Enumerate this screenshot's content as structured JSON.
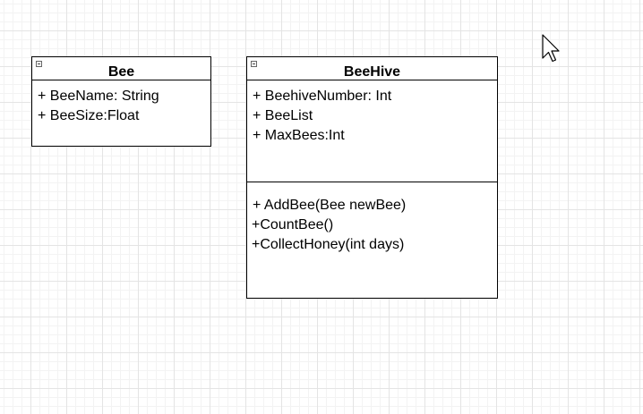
{
  "diagram": {
    "classes": [
      {
        "name": "Bee",
        "attributes": [
          "+ BeeName: String",
          "+ BeeSize:Float"
        ],
        "methods": []
      },
      {
        "name": "BeeHive",
        "attributes": [
          "+ BeehiveNumber: Int",
          "+ BeeList",
          "+ MaxBees:Int"
        ],
        "methods": [
          "+ AddBee(Bee newBee)",
          "+CountBee()",
          "+CollectHoney(int days)"
        ]
      }
    ]
  },
  "icons": {
    "collapse": "collapse-icon",
    "cursor": "mouse-pointer-icon"
  },
  "colors": {
    "border": "#000000",
    "grid": "#e4e4e4",
    "background": "#ffffff"
  }
}
